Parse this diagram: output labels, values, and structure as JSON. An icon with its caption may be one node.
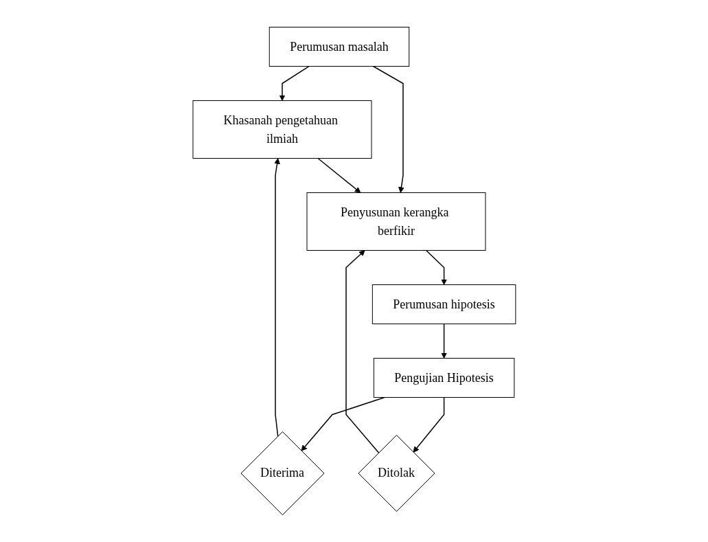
{
  "diagram": {
    "nodes": [
      {
        "text": [
          "Perumusan masalah"
        ]
      },
      {
        "text": [
          "Khasanah pengetahuan ilmiah"
        ]
      },
      {
        "text": [
          "Penyusunan kerangka berfikir"
        ]
      },
      {
        "text": [
          "Perumusan hipotesis"
        ]
      },
      {
        "text": [
          "Pengujian Hipotesis"
        ]
      },
      {
        "text": [
          "Diterima"
        ]
      },
      {
        "text": [
          "Ditolak"
        ]
      }
    ],
    "edges": [
      {
        "from": 0,
        "to": 1,
        "arrow": "to"
      },
      {
        "from": 0,
        "to": 2,
        "arrow": "to"
      },
      {
        "from": 1,
        "to": 2,
        "arrow": "to"
      },
      {
        "from": 2,
        "to": 3,
        "arrow": "to"
      },
      {
        "from": 3,
        "to": 4,
        "arrow": "to"
      },
      {
        "from": 4,
        "to": 5,
        "arrow": "to"
      },
      {
        "from": 4,
        "to": 6,
        "arrow": "to"
      },
      {
        "from": 5,
        "to": 1,
        "arrow": "to"
      },
      {
        "from": 6,
        "to": 2,
        "arrow": "to"
      }
    ]
  }
}
